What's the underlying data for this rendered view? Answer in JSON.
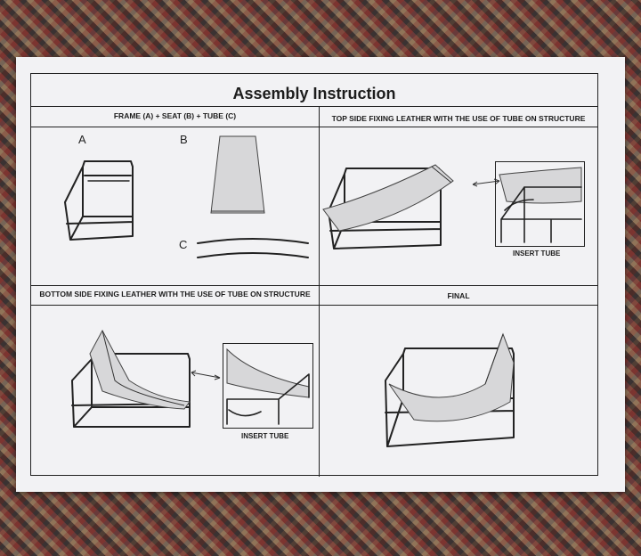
{
  "document": {
    "title": "Assembly Instruction",
    "sections": [
      {
        "heading": "FRAME (A) + SEAT (B) + TUBE (C)"
      },
      {
        "heading": "TOP SIDE FIXING LEATHER WITH THE USE OF TUBE ON STRUCTURE",
        "caption": "INSERT TUBE"
      },
      {
        "heading": "BOTTOM SIDE FIXING LEATHER WITH THE USE OF TUBE ON STRUCTURE",
        "caption": "INSERT TUBE"
      },
      {
        "heading": "FINAL"
      }
    ],
    "parts": [
      {
        "letter": "A",
        "icon": "frame-icon"
      },
      {
        "letter": "B",
        "icon": "seat-leather-icon"
      },
      {
        "letter": "C",
        "icon": "tube-icon"
      }
    ]
  }
}
